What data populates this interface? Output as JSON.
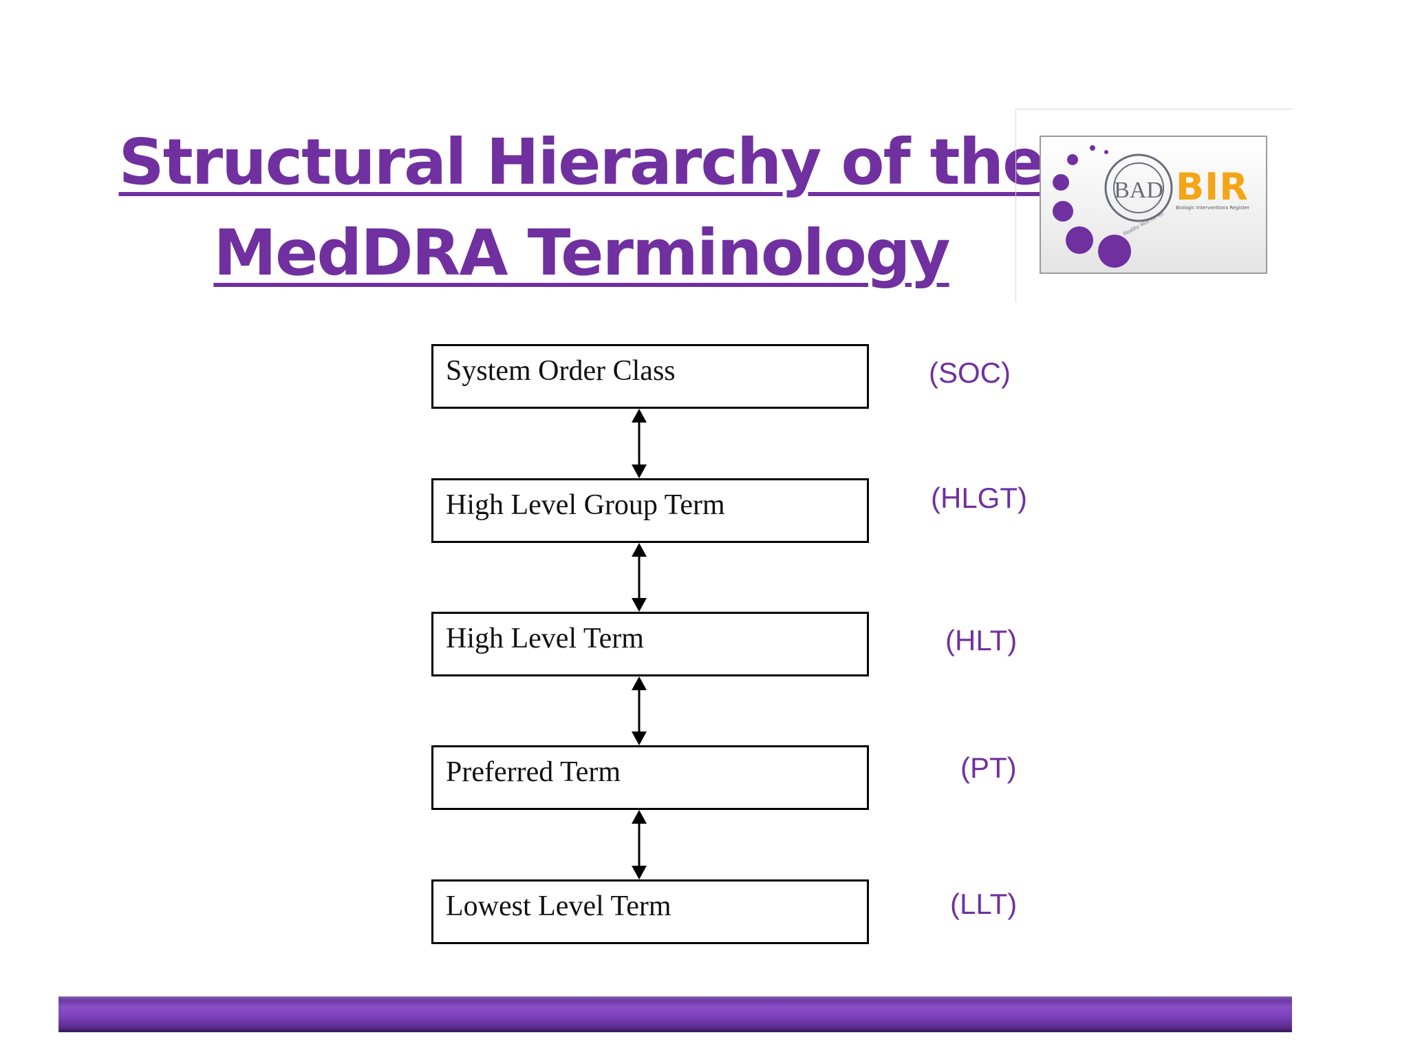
{
  "slide": {
    "title_line_1": "Structural Hierarchy of the",
    "title_line_2": "MedDRA Terminology"
  },
  "logo": {
    "wordmark": "BIR",
    "seal_initials": "BAD",
    "seal_motto": "Healthy Skin for All",
    "tagline": "Biologic Interventions Register",
    "wordmark_color": "#f4a516",
    "dot_color": "#7030a0"
  },
  "hierarchy": [
    {
      "name": "System Order Class",
      "abbr": "(SOC)"
    },
    {
      "name": "High Level Group Term",
      "abbr": "(HLGT)"
    },
    {
      "name": "High Level Term",
      "abbr": "(HLT)"
    },
    {
      "name": "Preferred Term",
      "abbr": "(PT)"
    },
    {
      "name": "Lowest Level Term",
      "abbr": "(LLT)"
    }
  ],
  "colors": {
    "accent": "#7030a0",
    "box_border": "#000000",
    "bar": "#7a40b8"
  }
}
